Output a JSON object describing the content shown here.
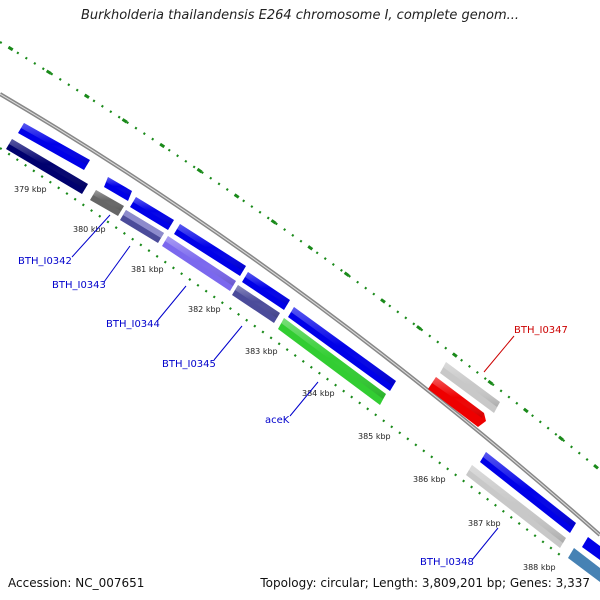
{
  "title": "Burkholderia thailandensis E264 chromosome I, complete genom...",
  "footer": {
    "accession": "Accession: NC_007651",
    "topology": "Topology: circular; Length: 3,809,201 bp; Genes: 3,337"
  },
  "ticks": [
    "379 kbp",
    "380 kbp",
    "381 kbp",
    "382 kbp",
    "383 kbp",
    "384 kbp",
    "385 kbp",
    "386 kbp",
    "387 kbp",
    "388 kbp"
  ],
  "genes": {
    "g0342": "BTH_I0342",
    "g0343": "BTH_I0343",
    "g0344": "BTH_I0344",
    "g0345": "BTH_I0345",
    "aceK": "aceK",
    "g0347": "BTH_I0347",
    "g0348": "BTH_I0348"
  },
  "colors": {
    "forward": "#0000e8",
    "reverse_dark": "#00006e",
    "grey": "#666666",
    "lavender": "#7b68ee",
    "slate": "#4b4b9a",
    "green": "#32cd32",
    "red": "#ee0000",
    "light_grey": "#c8c8c8",
    "steel": "#4682b4",
    "backbone": "#808080",
    "ticks": "#1a8a1a",
    "label_blue": "#0000cc",
    "label_red": "#cc0000"
  }
}
